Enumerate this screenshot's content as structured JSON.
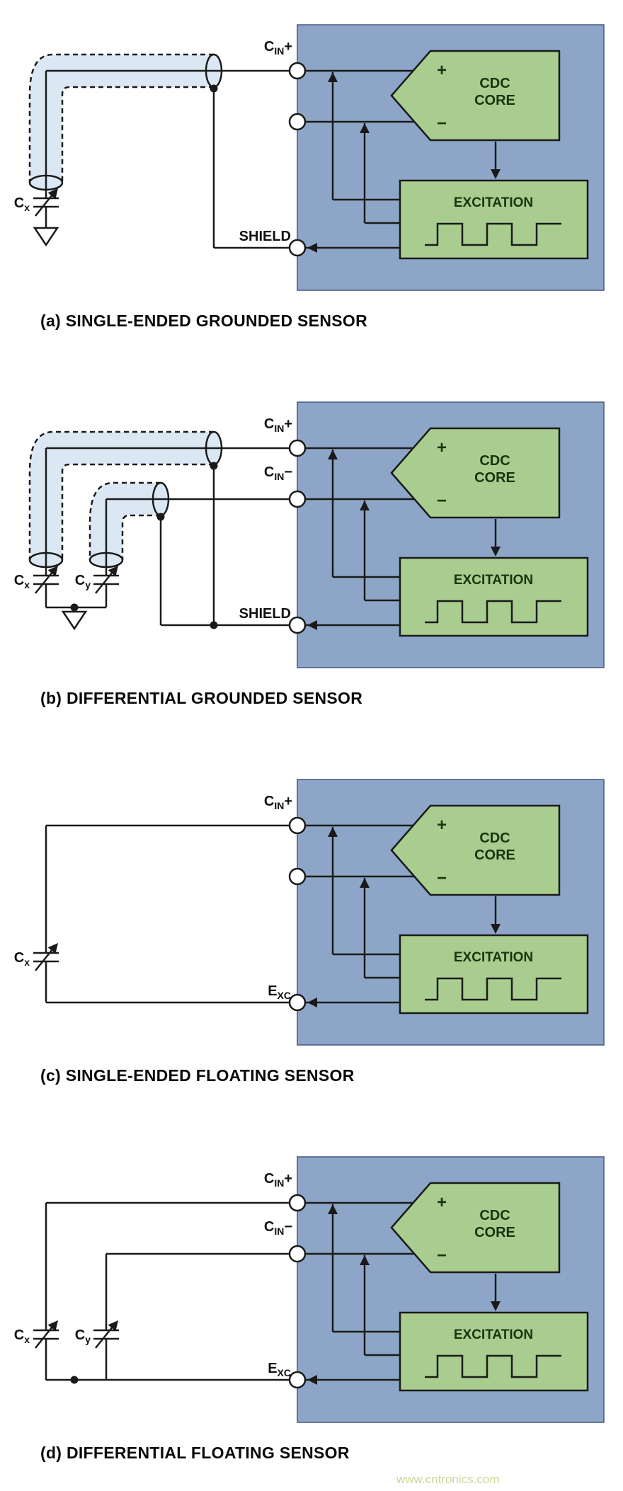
{
  "page": {
    "watermark": {
      "text": "www.cntronics.com",
      "color": "#cbd69a"
    }
  },
  "colors": {
    "chip_fill": "#8da6c8",
    "chip_stroke": "#44597e",
    "block_fill": "#a9cd8e",
    "block_text": "#173510",
    "cable_fill": "#dbe8f4",
    "wire": "#1a1a1a",
    "label_text": "#111111"
  },
  "chip": {
    "plus": "+",
    "minus": "−",
    "core_lines": [
      "CDC",
      "CORE"
    ],
    "excitation_label": "EXCITATION"
  },
  "panels": [
    {
      "id": "a",
      "type": "single-ended-grounded",
      "caption": "(a) SINGLE-ENDED GROUNDED SENSOR",
      "pins": {
        "p1": {
          "main": "C",
          "sub": "IN",
          "suffix": "+"
        },
        "p3": {
          "main": "SHIELD"
        }
      },
      "sensors": {
        "cx": {
          "main": "C",
          "sub": "x"
        }
      }
    },
    {
      "id": "b",
      "type": "differential-grounded",
      "caption": "(b) DIFFERENTIAL GROUNDED SENSOR",
      "pins": {
        "p1": {
          "main": "C",
          "sub": "IN",
          "suffix": "+"
        },
        "p2": {
          "main": "C",
          "sub": "IN",
          "suffix": "−"
        },
        "p3": {
          "main": "SHIELD"
        }
      },
      "sensors": {
        "cx": {
          "main": "C",
          "sub": "x"
        },
        "cy": {
          "main": "C",
          "sub": "y"
        }
      }
    },
    {
      "id": "c",
      "type": "single-ended-floating",
      "caption": "(c) SINGLE-ENDED FLOATING SENSOR",
      "pins": {
        "p1": {
          "main": "C",
          "sub": "IN",
          "suffix": "+"
        },
        "p3": {
          "main": "E",
          "sub": "XC"
        }
      },
      "sensors": {
        "cx": {
          "main": "C",
          "sub": "x"
        }
      }
    },
    {
      "id": "d",
      "type": "differential-floating",
      "caption": "(d) DIFFERENTIAL FLOATING SENSOR",
      "pins": {
        "p1": {
          "main": "C",
          "sub": "IN",
          "suffix": "+"
        },
        "p2": {
          "main": "C",
          "sub": "IN",
          "suffix": "−"
        },
        "p3": {
          "main": "E",
          "sub": "XC"
        }
      },
      "sensors": {
        "cx": {
          "main": "C",
          "sub": "x"
        },
        "cy": {
          "main": "C",
          "sub": "y"
        }
      }
    }
  ]
}
